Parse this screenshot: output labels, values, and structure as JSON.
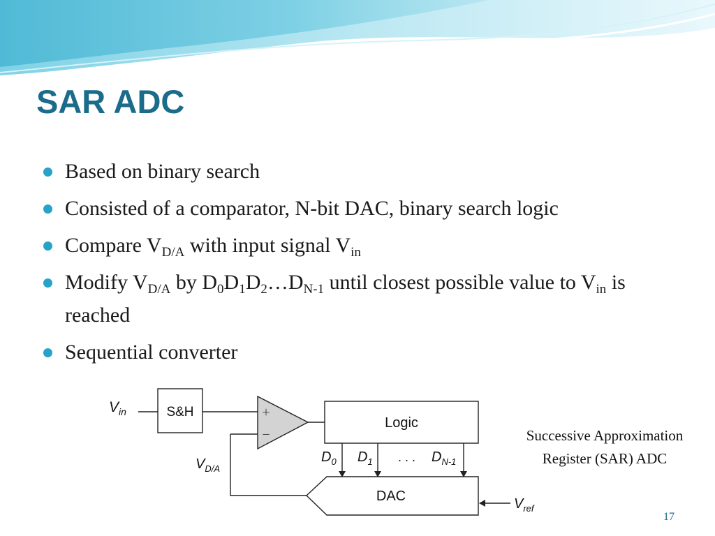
{
  "slide": {
    "title": "SAR ADC",
    "page_number": "17"
  },
  "bullets": [
    {
      "parts": [
        {
          "t": "Based on binary search"
        }
      ]
    },
    {
      "parts": [
        {
          "t": "Consisted of a comparator, N-bit DAC, binary search logic"
        }
      ]
    },
    {
      "parts": [
        {
          "t": "Compare V"
        },
        {
          "s": "D/A"
        },
        {
          "t": " with input signal V"
        },
        {
          "s": "in"
        }
      ]
    },
    {
      "parts": [
        {
          "t": "Modify V"
        },
        {
          "s": "D/A"
        },
        {
          "t": " by D"
        },
        {
          "s": "0"
        },
        {
          "t": "D"
        },
        {
          "s": "1"
        },
        {
          "t": "D"
        },
        {
          "s": "2"
        },
        {
          "t": "…D"
        },
        {
          "s": "N-1"
        },
        {
          "t": " until closest possible value to V"
        },
        {
          "s": "in"
        },
        {
          "t": " is reached"
        }
      ]
    },
    {
      "parts": [
        {
          "t": "Sequential converter"
        }
      ]
    }
  ],
  "diagram": {
    "vin": "V",
    "vin_sub": "in",
    "sh_label": "S&H",
    "plus_sign": "+",
    "minus_sign": "−",
    "logic_label": "Logic",
    "dac_label": "DAC",
    "vda": "V",
    "vda_sub": "D/A",
    "d0": "D",
    "d0_sub": "0",
    "d1": "D",
    "d1_sub": "1",
    "dots": ". . .",
    "dn": "D",
    "dn_sub": "N-1",
    "vref": "V",
    "vref_sub": "ref",
    "caption_line1": "Successive Approximation",
    "caption_line2": "Register (SAR) ADC"
  },
  "colors": {
    "title": "#1b6b8a",
    "bullet": "#26a3c6",
    "wave_light": "#bfe7f2",
    "wave_dark": "#5cc3de"
  }
}
